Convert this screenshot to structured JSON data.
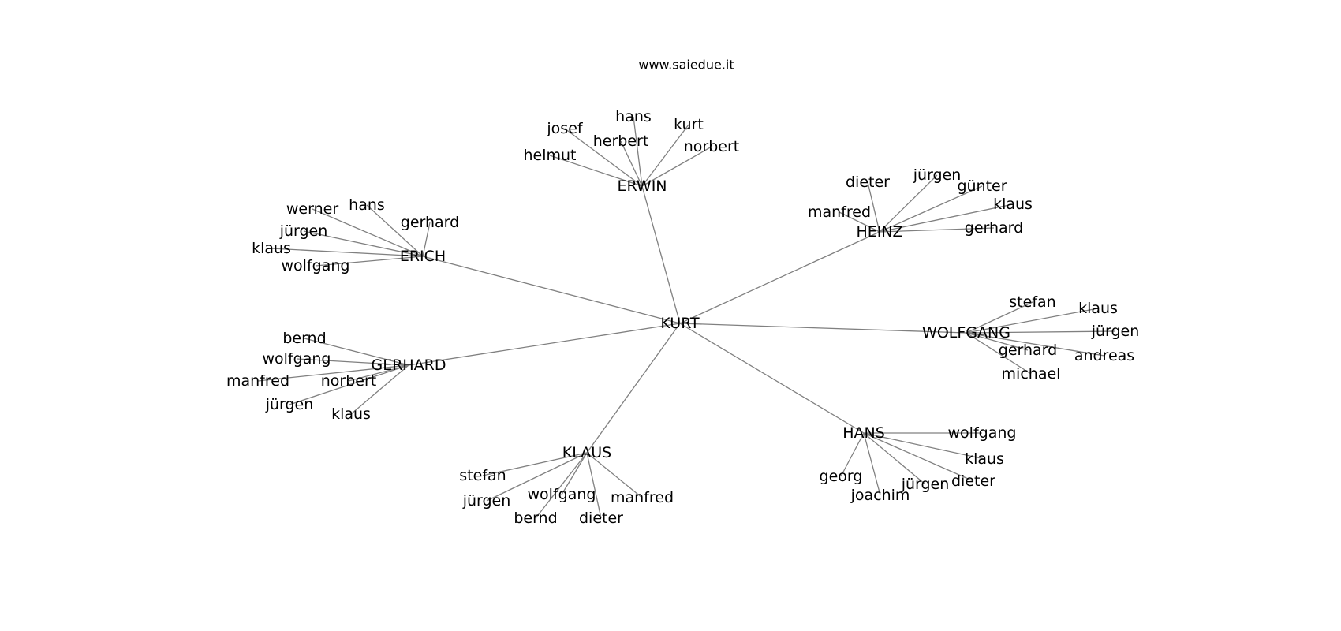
{
  "header": {
    "site": "www.saiedue.it"
  },
  "graph": {
    "root": "KURT",
    "hubs": [
      {
        "id": "erwin",
        "label": "ERWIN",
        "children": [
          "josef",
          "hans",
          "kurt",
          "herbert",
          "helmut",
          "norbert"
        ]
      },
      {
        "id": "erich",
        "label": "ERICH",
        "children": [
          "werner",
          "hans",
          "gerhard",
          "jürgen",
          "klaus",
          "wolfgang"
        ]
      },
      {
        "id": "heinz",
        "label": "HEINZ",
        "children": [
          "dieter",
          "jürgen",
          "günter",
          "klaus",
          "manfred",
          "gerhard"
        ]
      },
      {
        "id": "wolfgang",
        "label": "WOLFGANG",
        "children": [
          "stefan",
          "klaus",
          "jürgen",
          "gerhard",
          "andreas",
          "michael"
        ]
      },
      {
        "id": "gerhard",
        "label": "GERHARD",
        "children": [
          "bernd",
          "wolfgang",
          "manfred",
          "norbert",
          "jürgen",
          "klaus"
        ]
      },
      {
        "id": "hans",
        "label": "HANS",
        "children": [
          "wolfgang",
          "klaus",
          "georg",
          "dieter",
          "jürgen",
          "joachim"
        ]
      },
      {
        "id": "klaus",
        "label": "KLAUS",
        "children": [
          "stefan",
          "jürgen",
          "wolfgang",
          "manfred",
          "bernd",
          "dieter"
        ]
      }
    ]
  }
}
